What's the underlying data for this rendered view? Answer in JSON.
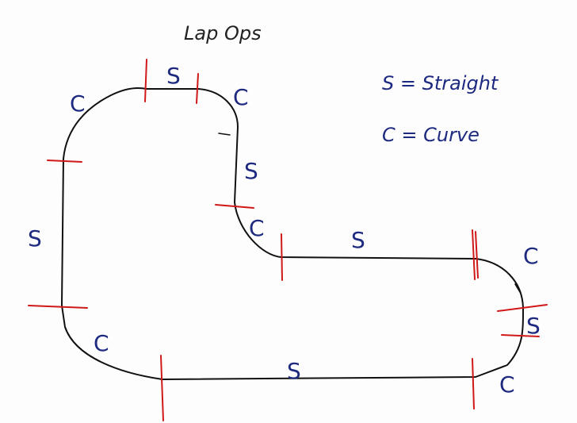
{
  "title": "Lap Ops",
  "legend": {
    "straight": "S = Straight",
    "curve": "C = Curve"
  },
  "segment_labels": [
    "S",
    "C",
    "S",
    "C",
    "S",
    "C",
    "S",
    "C",
    "S",
    "C",
    "S",
    "C"
  ],
  "colors": {
    "track": "#111111",
    "divider": "#d01818",
    "ink": "#1e2a80"
  }
}
